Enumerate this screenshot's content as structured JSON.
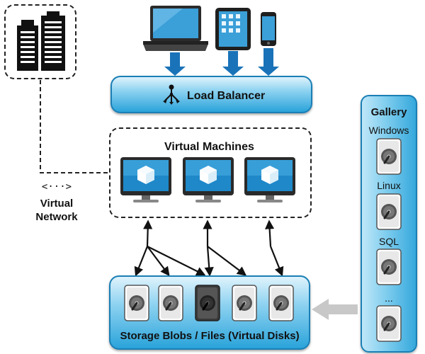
{
  "load_balancer": {
    "label": "Load Balancer"
  },
  "virtual_machines": {
    "title": "Virtual Machines"
  },
  "virtual_network": {
    "glyph": "<···>",
    "label_line1": "Virtual",
    "label_line2": "Network"
  },
  "storage": {
    "label": "Storage Blobs / Files (Virtual Disks)"
  },
  "gallery": {
    "title": "Gallery",
    "items": [
      {
        "label": "Windows"
      },
      {
        "label": "Linux"
      },
      {
        "label": "SQL"
      },
      {
        "label": "..."
      }
    ]
  },
  "colors": {
    "accent_blue": "#2aa3da",
    "arrow_blue": "#1a73b8",
    "vm_cube": "#29a9e0",
    "dark": "#222222"
  },
  "icons": [
    "office-buildings-icon",
    "laptop-icon",
    "tablet-icon",
    "smartphone-icon",
    "network-node-icon",
    "monitor-icon",
    "cube-icon",
    "hard-disk-icon"
  ]
}
